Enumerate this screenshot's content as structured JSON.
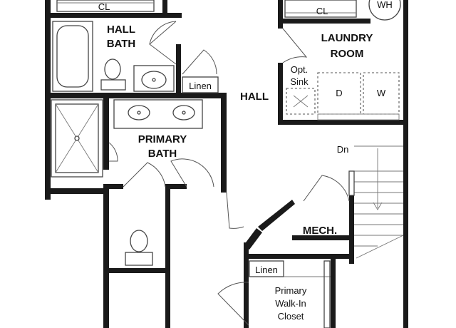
{
  "labels": {
    "cl_left": "CL",
    "cl_right": "CL",
    "wh": "WH",
    "hall_bath_1": "HALL",
    "hall_bath_2": "BATH",
    "linen_hall": "Linen",
    "hall": "HALL",
    "laundry_1": "LAUNDRY",
    "laundry_2": "ROOM",
    "opt_sink_1": "Opt.",
    "opt_sink_2": "Sink",
    "dryer": "D",
    "washer": "W",
    "primary_bath_1": "PRIMARY",
    "primary_bath_2": "BATH",
    "down": "Dn",
    "mech": "MECH.",
    "linen_closet": "Linen",
    "walkin_1": "Primary",
    "walkin_2": "Walk-In",
    "walkin_3": "Closet"
  }
}
